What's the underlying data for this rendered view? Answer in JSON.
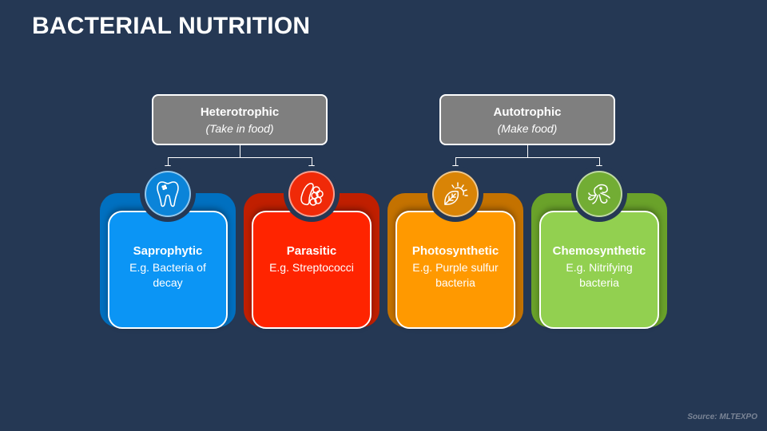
{
  "slide": {
    "title": "BACTERIAL NUTRITION",
    "source": "Source: MLTEXPO"
  },
  "groups": [
    {
      "title": "Heterotrophic",
      "subtitle": "(Take in food)"
    },
    {
      "title": "Autotrophic",
      "subtitle": "(Make food)"
    }
  ],
  "cards": [
    {
      "title": "Saprophytic",
      "desc": "E.g. Bacteria of decay",
      "icon": "tooth-icon",
      "back_color": "#0070c0",
      "front_color": "#0b95f5",
      "circle_color": "#0b84d9"
    },
    {
      "title": "Parasitic",
      "desc": "E.g. Streptococci",
      "icon": "bacteria-icon",
      "back_color": "#c01f00",
      "front_color": "#ff2400",
      "circle_color": "#f02a08"
    },
    {
      "title": "Photosynthetic",
      "desc": "E.g. Purple sulfur bacteria",
      "icon": "leaf-sun-icon",
      "back_color": "#c47200",
      "front_color": "#ff9900",
      "circle_color": "#d98406"
    },
    {
      "title": "Chemosynthetic",
      "desc": "E.g. Nitrifying bacteria",
      "icon": "microbe-icon",
      "back_color": "#6aa22a",
      "front_color": "#92d050",
      "circle_color": "#72ad34"
    }
  ]
}
